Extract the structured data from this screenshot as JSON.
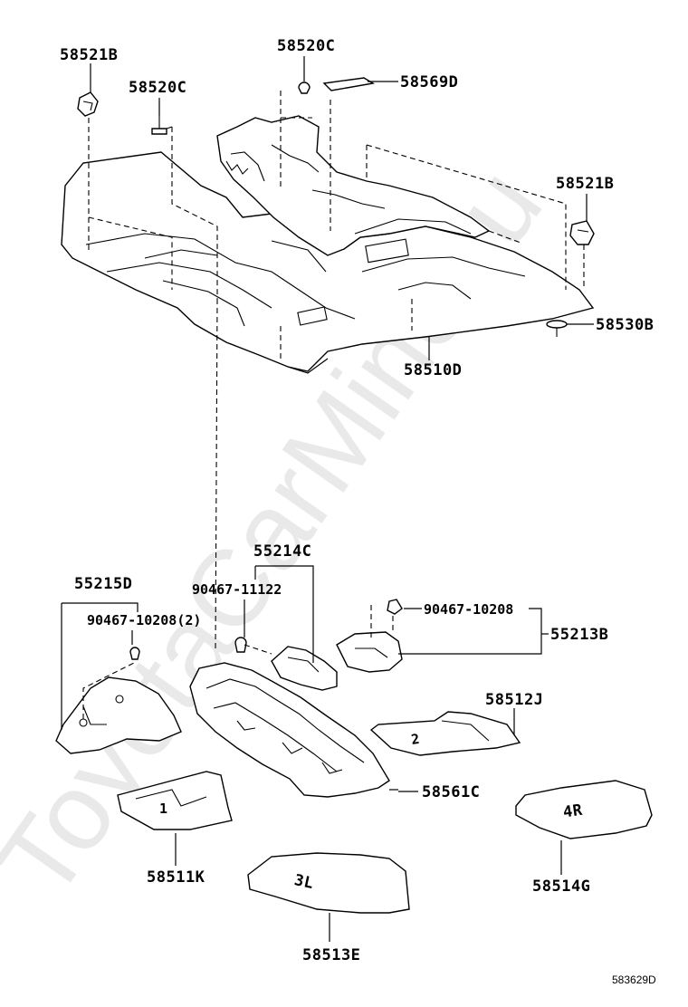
{
  "watermark": "ToyotaCarMine.ru",
  "figure_id": "583629D",
  "labels": {
    "p58521B_top": "58521B",
    "p58520C_top": "58520C",
    "p58520C_left": "58520C",
    "p58569D": "58569D",
    "p58521B_right": "58521B",
    "p58530B": "58530B",
    "p58510D": "58510D",
    "p55214C": "55214C",
    "p90467_11122": "90467-11122",
    "p55215D": "55215D",
    "p90467_10208_2": "90467-10208(2)",
    "p90467_10208": "90467-10208",
    "p55213B": "55213B",
    "p58512J": "58512J",
    "p58561C": "58561C",
    "p58511K": "58511K",
    "p58514G": "58514G",
    "p58513E": "58513E"
  },
  "mat_marks": {
    "mat_1": "1",
    "mat_2": "2",
    "mat_3L": "3L",
    "mat_4R": "4R"
  }
}
